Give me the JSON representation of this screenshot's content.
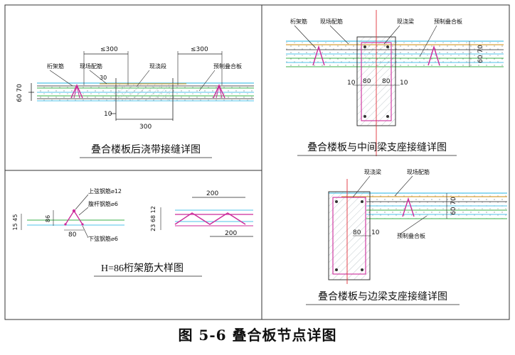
{
  "caption": "图 5-6    叠合板节点详图",
  "panels": {
    "post_pour": {
      "title": "叠合楼板后浇带接缝详图",
      "labels": {
        "truss_bar": "桁架筋",
        "extra_bar": "现场配筋",
        "cast_in_place": "现浇段",
        "precast_slab": "预制叠合板",
        "max_left": "≤300",
        "max_right": "≤300",
        "dim_10": "10",
        "dim_300": "300",
        "angle": "30",
        "thick_60": "60",
        "thick_70": "70"
      }
    },
    "truss_detail": {
      "title": "H=86桁架筋大样图",
      "labels": {
        "top_chord": "上弦钢筋⌀12",
        "web": "腹杆钢筋⌀6",
        "bottom_chord": "下弦钢筋⌀6",
        "height_86": "86",
        "width_80": "80",
        "left_dims": "15 45",
        "right_dims": "23 68 12",
        "pitch_200_top": "200",
        "pitch_200_bottom": "200"
      }
    },
    "middle_beam": {
      "title": "叠合楼板与中间梁支座接缝详图",
      "labels": {
        "truss_bar": "桁架筋",
        "extra_bar": "现场配筋",
        "cast_beam": "现浇梁",
        "precast_slab": "预制叠合板",
        "dim_10_left": "10",
        "dim_80_left": "80",
        "dim_80_right": "80",
        "dim_10_right": "10",
        "thick_60": "60",
        "thick_70": "70"
      }
    },
    "edge_beam": {
      "title": "叠合楼板与边梁支座接缝详图",
      "labels": {
        "cast_beam": "现浇梁",
        "extra_bar": "现场配筋",
        "precast_slab": "预制叠合板",
        "dim_80": "80",
        "dim_10": "10",
        "thick_60": "60",
        "thick_70": "70"
      }
    }
  },
  "colors": {
    "slab_green": "#38b24a",
    "slab_cyan": "#4fc3e8",
    "truss_magenta": "#cc2a9a",
    "axis_red": "#e0303a",
    "line_dark": "#222222"
  }
}
